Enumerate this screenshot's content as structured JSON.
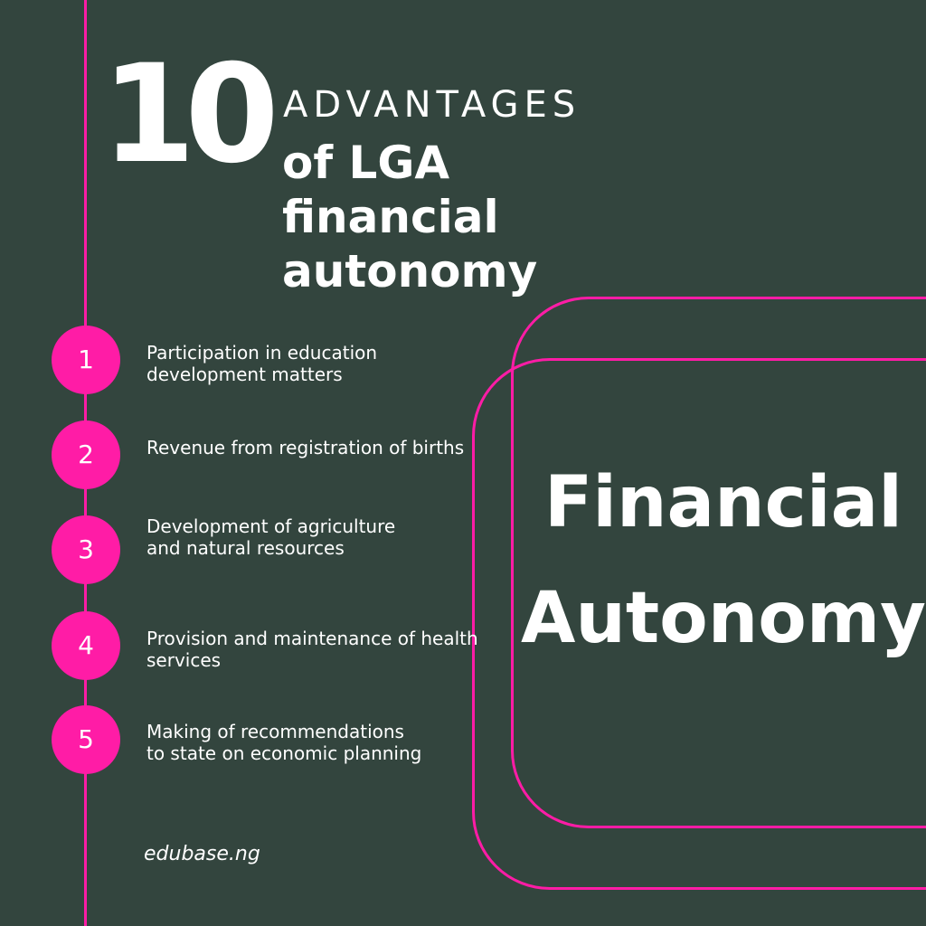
{
  "header": {
    "number": "10",
    "subtitle": "ADVANTAGES",
    "title_lines": [
      "of LGA",
      "financial",
      "autonomy"
    ]
  },
  "feature_box": {
    "line1": "Financial",
    "line2": "Autonomy"
  },
  "items": [
    {
      "number": "1",
      "text": "Participation in education\ndevelopment matters"
    },
    {
      "number": "2",
      "text": "Revenue from registration of births"
    },
    {
      "number": "3",
      "text": "Development of agriculture\nand natural resources"
    },
    {
      "number": "4",
      "text": "Provision and maintenance of health\nservices"
    },
    {
      "number": "5",
      "text": "Making of recommendations\nto state on economic planning"
    }
  ],
  "footer": {
    "site": "edubase.ng"
  },
  "colors": {
    "background": "#33453e",
    "accent": "#ff1ca6",
    "text": "#ffffff"
  }
}
